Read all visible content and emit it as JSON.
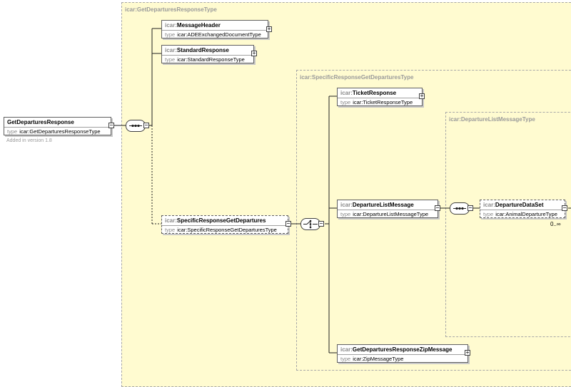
{
  "root": {
    "name": "GetDeparturesResponse",
    "type_keyword": "type",
    "type": "icar:GetDeparturesResponseType",
    "note": "Added in version 1.8"
  },
  "regions": {
    "response_type": "icar:GetDeparturesResponseType",
    "specific_type": "icar:SpecificResponseGetDeparturesType",
    "list_type": "icar:DepartureListMessageType"
  },
  "elements": {
    "message_header": {
      "prefix": "icar:",
      "name": "MessageHeader",
      "type_keyword": "type",
      "type": "icar:ADEExchangedDocumentType"
    },
    "standard_response": {
      "prefix": "icar:",
      "name": "StandardResponse",
      "type_keyword": "type",
      "type": "icar:StandardResponseType"
    },
    "specific_response": {
      "prefix": "icar:",
      "name": "SpecificResponseGetDepartures",
      "type_keyword": "type",
      "type": "icar:SpecificResponseGetDeparturesType"
    },
    "ticket_response": {
      "prefix": "icar:",
      "name": "TicketResponse",
      "type_keyword": "type",
      "type": "icar:TicketResponseType"
    },
    "departure_list": {
      "prefix": "icar:",
      "name": "DepartureListMessage",
      "type_keyword": "type",
      "type": "icar:DepartureListMessageType"
    },
    "zip_message": {
      "prefix": "icar:",
      "name": "GetDeparturesResponseZipMessage",
      "type_keyword": "type",
      "type": "icar:ZipMessageType"
    },
    "departure_dataset": {
      "prefix": "icar:",
      "name": "DepartureDataSet",
      "type_keyword": "type",
      "type": "icar:AnimalDepartureType",
      "cardinality": "0..∞"
    }
  },
  "glyphs": {
    "collapse": "−",
    "expand": "+"
  }
}
